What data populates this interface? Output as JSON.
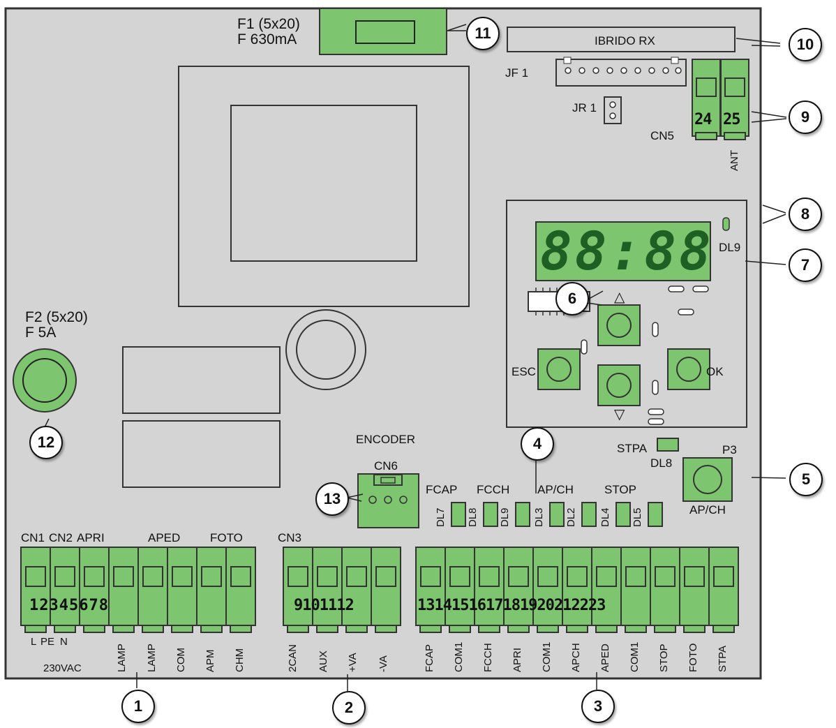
{
  "fuses": {
    "f1": {
      "line1": "F1 (5x20)",
      "line2": "F 630mA"
    },
    "f2": {
      "line1": "F2 (5x20)",
      "line2": "F 5A"
    }
  },
  "receiver": {
    "label": "IBRIDO RX"
  },
  "jumpers": {
    "jf1": "JF 1",
    "jr1": "JR 1"
  },
  "cn5": {
    "label": "CN5",
    "ant": "ANT",
    "numbers": [
      "24",
      "25"
    ]
  },
  "display": {
    "digits": "88:88",
    "dl9": "DL9"
  },
  "keys": {
    "esc": "ESC",
    "ok": "OK",
    "up": "△",
    "down": "▽"
  },
  "stpa": {
    "label": "STPA",
    "dl8": "DL8",
    "p3": "P3",
    "apch": "AP/CH"
  },
  "encoder": {
    "label": "ENCODER",
    "cn6": "CN6"
  },
  "leds": {
    "group_labels": [
      "FCAP",
      "FCCH",
      "AP/CH",
      "STOP"
    ],
    "dl": [
      "DL7",
      "DL8",
      "DL9",
      "DL3",
      "DL2",
      "DL4",
      "DL5"
    ]
  },
  "terminals": {
    "block1_headers": [
      "CN1",
      "CN2",
      "APRI",
      "APED",
      "FOTO"
    ],
    "block1_numbers": "12345678",
    "block1_bottom": [
      "L",
      "PE",
      "N",
      "LAMP",
      "LAMP",
      "COM",
      "APM",
      "CHM"
    ],
    "supply": "230VAC",
    "block2_header": "CN3",
    "block2_numbers": "9101112",
    "block2_bottom": [
      "2CAN",
      "AUX",
      "+VA",
      "-VA"
    ],
    "block3_numbers": "1314151617181920212223",
    "block3_bottom": [
      "FCAP",
      "COM1",
      "FCCH",
      "APRI",
      "COM1",
      "APCH",
      "APED",
      "COM1",
      "STOP",
      "FOTO",
      "STPA"
    ]
  },
  "callouts": [
    "1",
    "2",
    "3",
    "4",
    "5",
    "6",
    "7",
    "8",
    "9",
    "10",
    "11",
    "12",
    "13"
  ],
  "colors": {
    "board": "#d4d4d4",
    "green": "#7ec56f",
    "green_dark": "#2d6a2f",
    "outline": "#333333"
  }
}
